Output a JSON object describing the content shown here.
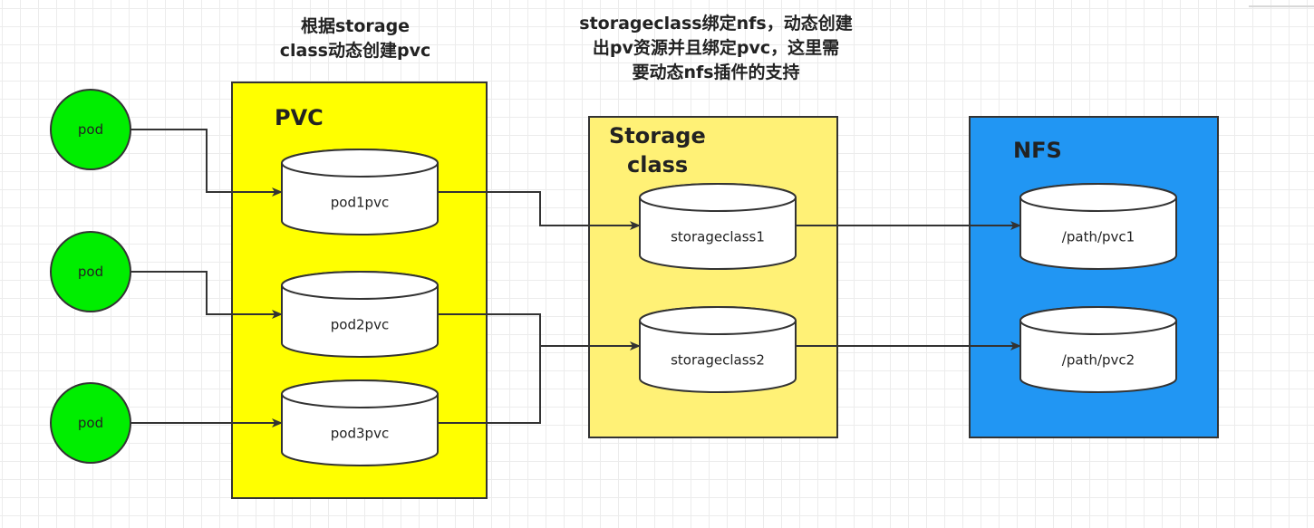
{
  "annotations": {
    "pvc_note_line1": "根据storage",
    "pvc_note_line2": "class动态创建pvc",
    "sc_note_line1": "storageclass绑定nfs，动态创建",
    "sc_note_line2": "出pv资源并且绑定pvc，这里需",
    "sc_note_line3": "要动态nfs插件的支持"
  },
  "pods": [
    {
      "label": "pod"
    },
    {
      "label": "pod"
    },
    {
      "label": "pod"
    }
  ],
  "pvc_group": {
    "title": "PVC",
    "items": [
      {
        "label": "pod1pvc"
      },
      {
        "label": "pod2pvc"
      },
      {
        "label": "pod3pvc"
      }
    ]
  },
  "storageclass_group": {
    "title_line1": "Storage",
    "title_line2": "class",
    "items": [
      {
        "label": "storageclass1"
      },
      {
        "label": "storageclass2"
      }
    ]
  },
  "nfs_group": {
    "title": "NFS",
    "items": [
      {
        "label": "/path/pvc1"
      },
      {
        "label": "/path/pvc2"
      }
    ]
  },
  "colors": {
    "pod_fill": "#00ee00",
    "pvc_panel": "#ffff00",
    "storageclass_panel": "#fff176",
    "nfs_panel": "#2196f3",
    "stroke": "#333333",
    "cylinder_fill": "#ffffff"
  }
}
